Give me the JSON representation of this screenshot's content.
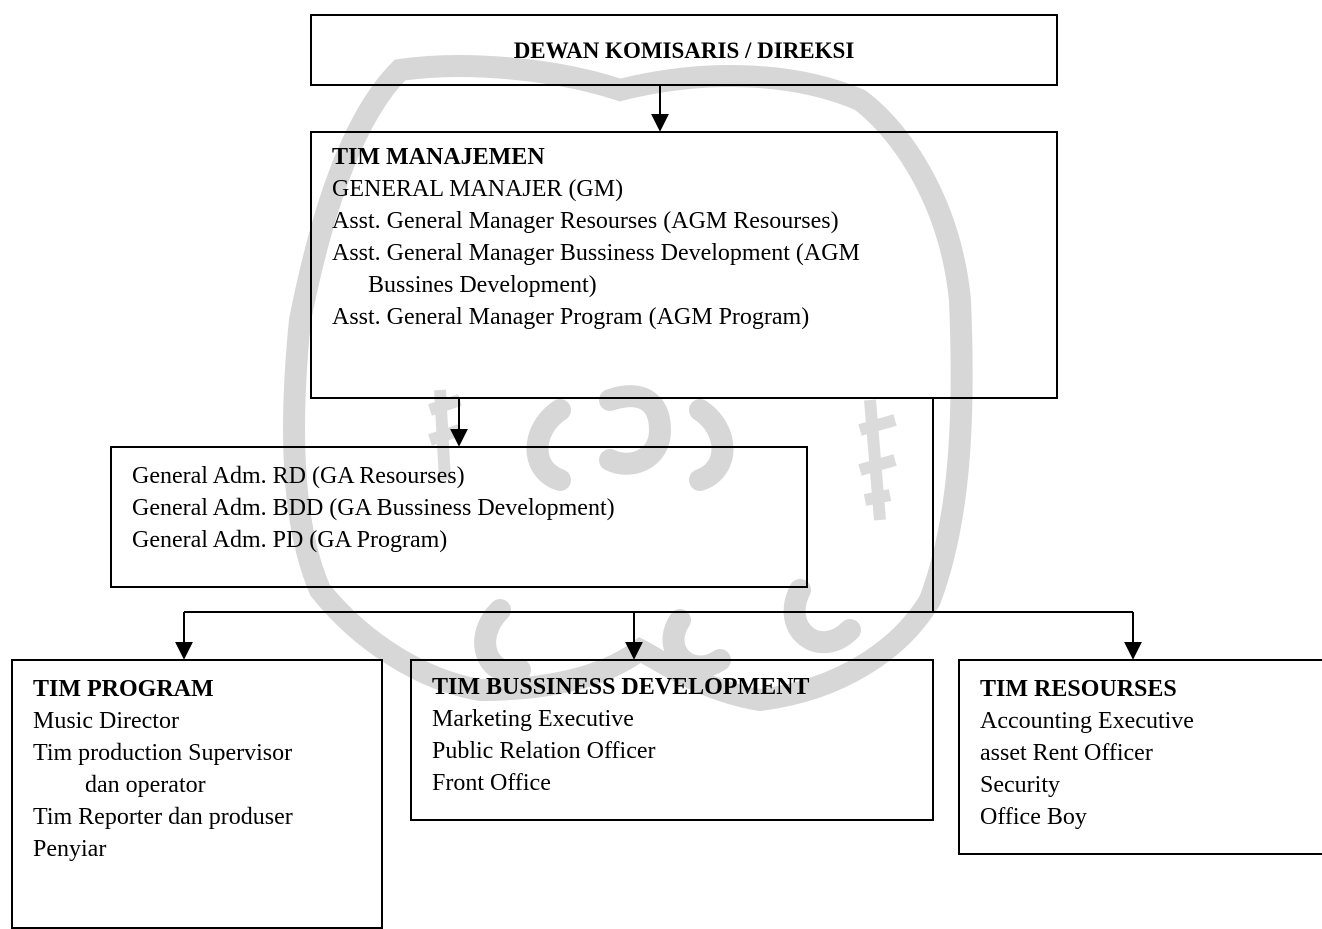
{
  "colors": {
    "line": "#000000",
    "watermark": "#bdbdbd",
    "background": "#ffffff"
  },
  "watermark": {
    "icon": "university-seal-icon"
  },
  "top_box": {
    "title": "DEWAN KOMISARIS / DIREKSI"
  },
  "management": {
    "title": "TIM MANAJEMEN",
    "lines": [
      "GENERAL MANAJER  (GM)",
      "Asst. General Manager Resourses (AGM Resourses)",
      "Asst. General Manager Bussiness Development (AGM",
      "Bussines Development)",
      "Asst. General Manager Program (AGM Program)"
    ]
  },
  "admin": {
    "lines": [
      "General Adm. RD (GA Resourses)",
      "General Adm. BDD (GA Bussiness Development)",
      "General Adm. PD (GA Program)"
    ]
  },
  "teams": [
    {
      "title": "TIM PROGRAM",
      "lines": [
        "Music Director",
        "Tim production Supervisor",
        "dan operator",
        "Tim Reporter dan produser",
        "Penyiar"
      ]
    },
    {
      "title": "TIM BUSSINESS DEVELOPMENT",
      "lines": [
        "Marketing Executive",
        "Public Relation Officer",
        "Front Office"
      ]
    },
    {
      "title": "TIM RESOURSES",
      "lines": [
        "Accounting Executive",
        "asset Rent Officer",
        "Security",
        "Office Boy"
      ]
    }
  ]
}
